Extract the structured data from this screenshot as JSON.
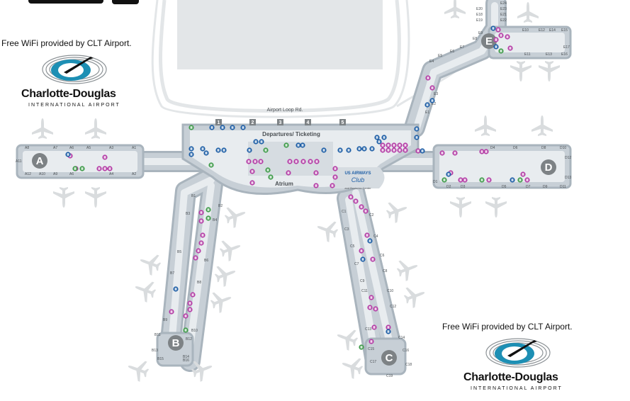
{
  "wifi_notice": "Free WiFi provided by CLT Airport.",
  "logo": {
    "name": "Charlotte-Douglas",
    "registered": "®",
    "subtitle": "INTERNATIONAL AIRPORT"
  },
  "map": {
    "road_label": "Airport Loop Rd.",
    "departures_label": "Departures/ Ticketing",
    "atrium_label": "Atrium",
    "club": {
      "line1": "US AIRWAYS",
      "line2": "Club",
      "line3": "and Business Center"
    },
    "checkpoints": [
      "1",
      "2",
      "3",
      "4",
      "5"
    ],
    "concourses": {
      "A": {
        "letter": "A",
        "gates": [
          "A8",
          "A7",
          "A6",
          "A5",
          "A3",
          "A1",
          "A11",
          "A12",
          "A10",
          "A9",
          "A6",
          "A4",
          "A2"
        ]
      },
      "B": {
        "letter": "B",
        "gates": [
          "B1",
          "B2",
          "B3",
          "B4",
          "B5",
          "B6",
          "B7",
          "B8",
          "B9",
          "B10",
          "B11",
          "B12",
          "B13",
          "B14",
          "B15",
          "B16"
        ]
      },
      "C": {
        "letter": "C",
        "gates": [
          "C1",
          "C2",
          "C3",
          "C4",
          "C5",
          "C6",
          "C7",
          "C8",
          "C9",
          "C10",
          "C11",
          "C12",
          "C13",
          "C14",
          "C15",
          "C16",
          "C17",
          "C18",
          "C19"
        ]
      },
      "D": {
        "letter": "D",
        "gates": [
          "D1",
          "D2",
          "D3",
          "D4",
          "D5",
          "D6",
          "D7",
          "D8",
          "D9",
          "D10",
          "D11",
          "D12",
          "D13"
        ]
      },
      "E": {
        "letter": "E",
        "gates": [
          "E1",
          "E2",
          "E3",
          "E4",
          "E5",
          "E6",
          "E7",
          "E8",
          "E9",
          "E10",
          "E11",
          "E12",
          "E13",
          "E14",
          "E15",
          "E16",
          "E17",
          "E18",
          "E19",
          "E20",
          "E21",
          "E22",
          "E23",
          "E24"
        ]
      }
    }
  },
  "colors": {
    "concourse_fill": "#c7cfd6",
    "concourse_inner": "#e8ecef",
    "concourse_edge": "#a9b4bd",
    "road": "#e3e6e8",
    "letter_circle": "#7d8285",
    "purple_icon": "#b43ea6",
    "blue_icon": "#1f5fa6",
    "green_icon": "#3f9b4a",
    "plane": "#d9dcde",
    "logo_teal": "#1d8fb4"
  }
}
